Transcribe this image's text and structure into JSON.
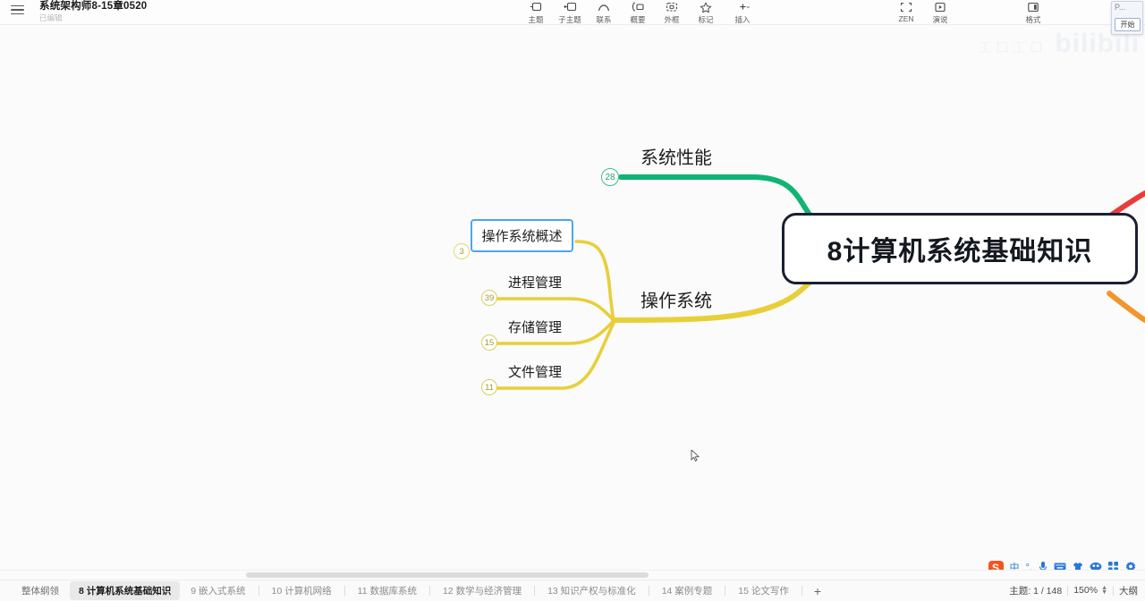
{
  "window": {
    "title": "系统架构师8-15章0520",
    "subtitle": "已编辑"
  },
  "toolbar": {
    "center_items": [
      {
        "label": "主题",
        "icon": "topic-icon"
      },
      {
        "label": "子主题",
        "icon": "subtopic-icon"
      },
      {
        "label": "联系",
        "icon": "relation-icon"
      },
      {
        "label": "概要",
        "icon": "summary-icon"
      },
      {
        "label": "外框",
        "icon": "boundary-icon"
      },
      {
        "label": "标记",
        "icon": "marker-icon"
      },
      {
        "label": "插入",
        "icon": "insert-icon"
      }
    ],
    "right_items": [
      {
        "label": "ZEN",
        "icon": "zen-icon"
      },
      {
        "label": "演说",
        "icon": "presentation-icon"
      }
    ],
    "far_items": [
      {
        "label": "格式",
        "icon": "format-icon"
      }
    ]
  },
  "mindmap": {
    "root": {
      "label": "8计算机系统基础知识"
    },
    "branches": [
      {
        "label": "系统性能",
        "badge": "28",
        "color": "#0fb473"
      },
      {
        "label": "操作系统",
        "badge": "",
        "color": "#e8cf3a"
      }
    ],
    "children": [
      {
        "label": "操作系统概述",
        "badge": "3",
        "selected": "true"
      },
      {
        "label": "进程管理",
        "badge": "39",
        "selected": "false"
      },
      {
        "label": "存储管理",
        "badge": "15",
        "selected": "false"
      },
      {
        "label": "文件管理",
        "badge": "11",
        "selected": "false"
      }
    ],
    "edge_colors": {
      "green": "#0fb473",
      "yellow": "#e8cf3a",
      "red": "#ea3c3c",
      "orange": "#f0962c",
      "root_border": "#1b1f33",
      "selection_border": "#4aa8e8"
    }
  },
  "watermark": {
    "text": "bilibili",
    "sub": "工口工口"
  },
  "tabs": [
    {
      "label": "整体纲领",
      "active": "false"
    },
    {
      "label": "8 计算机系统基础知识",
      "active": "true"
    },
    {
      "label": "9 嵌入式系统",
      "active": "false"
    },
    {
      "label": "10 计算机网络",
      "active": "false"
    },
    {
      "label": "11 数据库系统",
      "active": "false"
    },
    {
      "label": "12 数学与经济管理",
      "active": "false"
    },
    {
      "label": "13 知识产权与标准化",
      "active": "false"
    },
    {
      "label": "14 案例专题",
      "active": "false"
    },
    {
      "label": "15 论文写作",
      "active": "false"
    }
  ],
  "tab_add": "+",
  "status": {
    "topic_count": "主题: 1 / 148",
    "zoom": "150%",
    "view_mode": "大纲"
  },
  "ime": {
    "logo": "S",
    "mode": "中",
    "punctuation": "°,",
    "items": [
      "mic-icon",
      "keyboard-icon",
      "skin-icon",
      "emoji-icon",
      "apps-icon",
      "settings-icon"
    ]
  },
  "float_widget": {
    "label": "P...",
    "button": "开始"
  }
}
